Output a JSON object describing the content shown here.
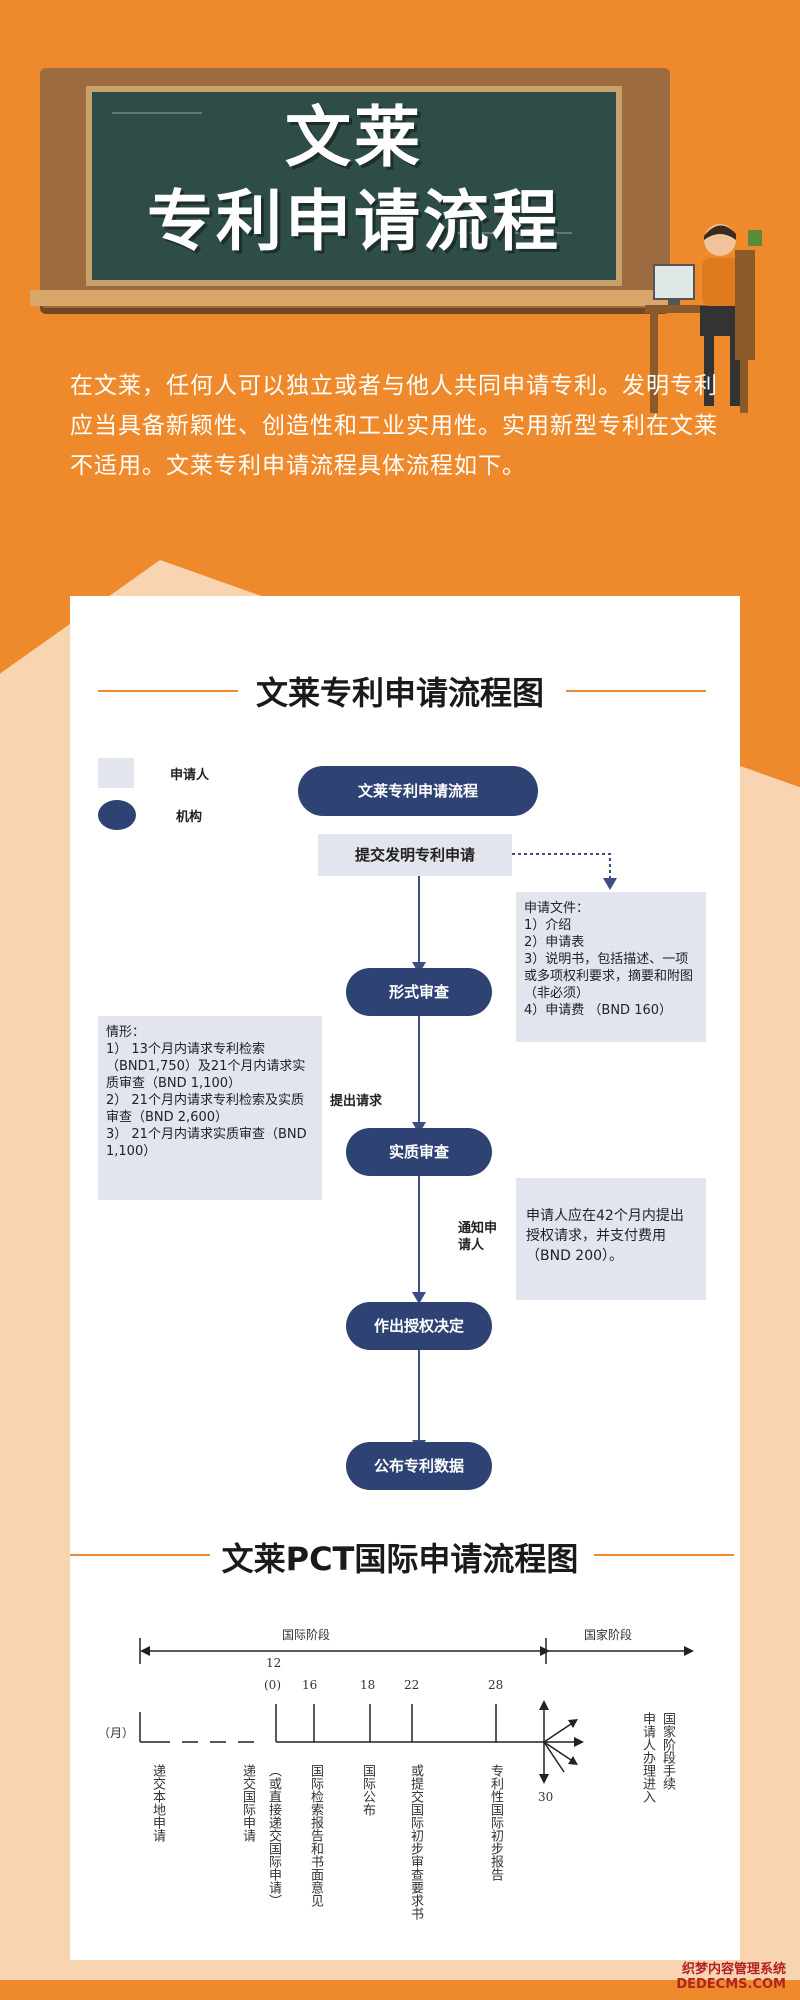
{
  "header": {
    "title_line1": "文莱",
    "title_line2": "专利申请流程"
  },
  "intro": "在文莱，任何人可以独立或者与他人共同申请专利。发明专利应当具备新颖性、创造性和工业实用性。实用新型专利在文莱不适用。文莱专利申请流程具体流程如下。",
  "flow": {
    "title": "文莱专利申请流程图",
    "legend": {
      "applicant": "申请人",
      "agency": "机构"
    },
    "start": "文莱专利申请流程",
    "submit": "提交发明专利申请",
    "docs": [
      "申请文件：",
      "1）介绍",
      "2）申请表",
      "3）说明书，包括描述、一项或多项权利要求，摘要和附图（非必须）",
      "4）申请费 （BND 160）"
    ],
    "formal": "形式审查",
    "situations": [
      "情形：",
      "1） 13个月内请求专利检索（BND1,750）及21个月内请求实质审查（BND 1,100）",
      "2） 21个月内请求专利检索及实质审查（BND 2,600）",
      "3） 21个月内请求实质审查（BND 1,100）"
    ],
    "request_label": "提出请求",
    "substantive": "实质审查",
    "notify_label": "通知申请人",
    "grant_note": "申请人应在42个月内提出授权请求，并支付费用（BND 200）。",
    "decision": "作出授权决定",
    "publish": "公布专利数据"
  },
  "pct": {
    "title": "文莱PCT国际申请流程图",
    "intl_phase": "国际阶段",
    "natl_phase": "国家阶段",
    "month_label": "（月）",
    "month12": "12",
    "month0": "(0)",
    "month16": "16",
    "month18": "18",
    "month22": "22",
    "month28": "28",
    "month30": "30",
    "step_local": "递交本地申请",
    "step_intl": "递交国际申请",
    "step_direct": "（或直接递交国际申请）",
    "step_search": "国际检索报告和书面意见",
    "step_publish": "国际公布",
    "step_prelim_req": "或提交国际初步审查要求书",
    "step_prelim_report": "专利性国际初步报告",
    "step_natl_a": "国家阶段手续",
    "step_natl_b": "申请人办理进入"
  },
  "watermark": {
    "line1": "织梦内容管理系统",
    "line2": "DEDECMS.COM"
  }
}
